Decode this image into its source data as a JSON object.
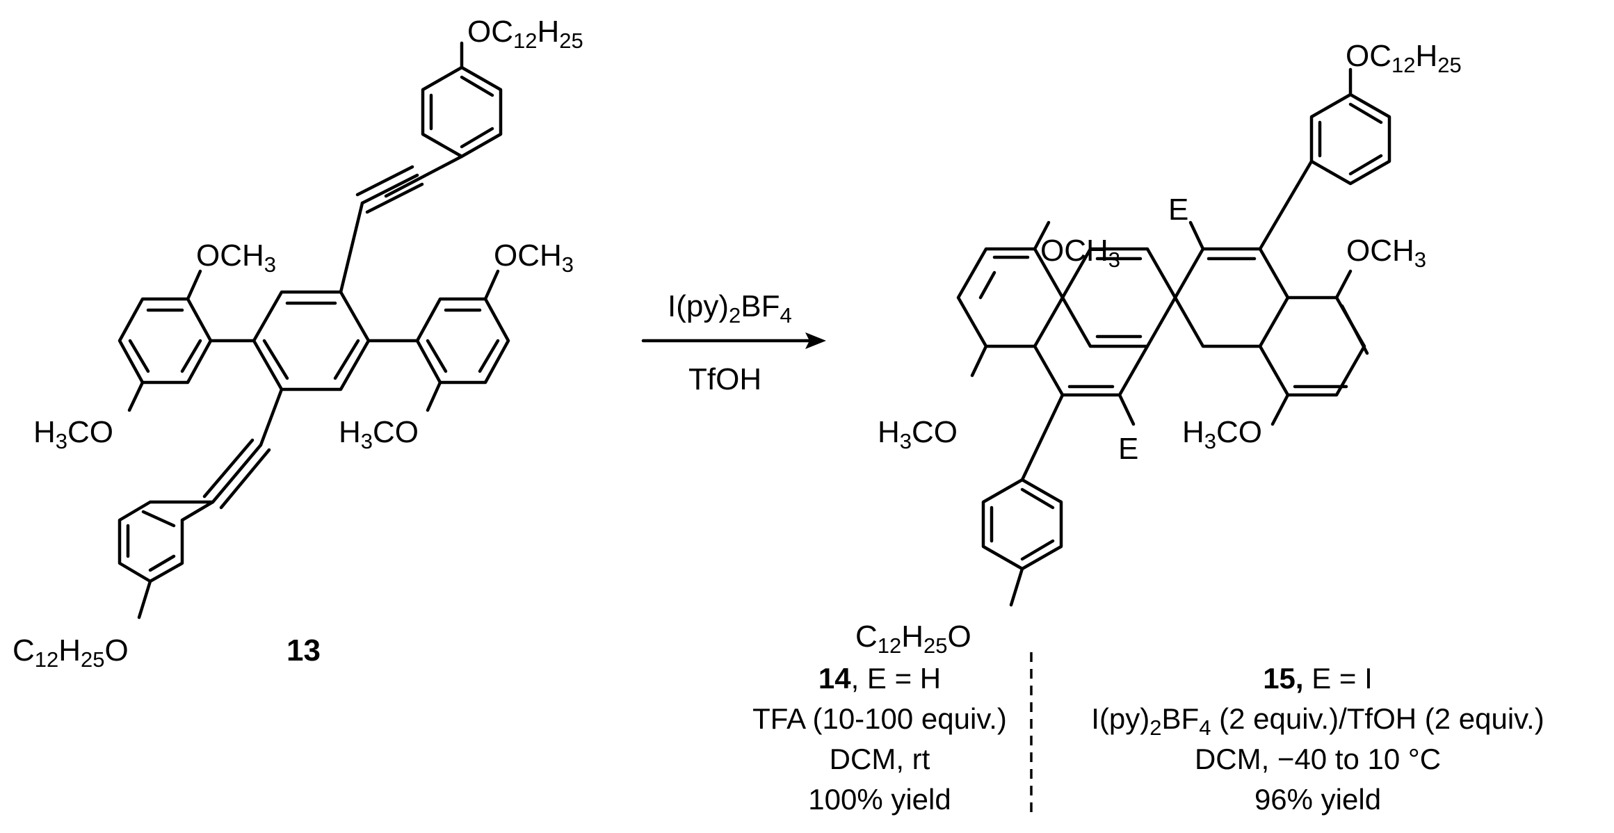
{
  "reactant": {
    "compound_number": "13",
    "labels": {
      "top_ododecyloxy": [
        "OC",
        "12",
        "H",
        "25"
      ],
      "left_ome_top": [
        "OCH",
        "3"
      ],
      "left_ome_bottom": [
        "H",
        "3",
        "CO"
      ],
      "right_ome_top": [
        "OCH",
        "3"
      ],
      "right_ome_bottom": [
        "H",
        "3",
        "CO"
      ],
      "bottom_dodecyloxy": [
        "C",
        "12",
        "H",
        "25",
        "O"
      ]
    }
  },
  "reaction": {
    "reagent_above": [
      "I(py)",
      "2",
      "BF",
      "4"
    ],
    "reagent_below": "TfOH"
  },
  "product": {
    "labels": {
      "top_dodecyloxy": [
        "OC",
        "12",
        "H",
        "25"
      ],
      "e_top": "E",
      "e_bottom": "E",
      "left_ome_top": [
        "OCH",
        "3"
      ],
      "left_ome_bottom": [
        "H",
        "3",
        "CO"
      ],
      "right_ome_top": [
        "OCH",
        "3"
      ],
      "right_ome_bottom": [
        "H",
        "3",
        "CO"
      ],
      "bottom_dodecyloxy": [
        "C",
        "12",
        "H",
        "25",
        "O"
      ]
    }
  },
  "conditions": {
    "left": {
      "number": "14",
      "e_def": ", E = H",
      "line2": "TFA (10-100 equiv.)",
      "line3": "DCM, rt",
      "line4": "100% yield"
    },
    "right": {
      "number": "15,",
      "e_def": " E = I",
      "line2": [
        "I(py)",
        "2",
        "BF",
        "4",
        " (2 equiv.)/TfOH (2 equiv.)"
      ],
      "line3": "DCM, −40 to 10 °C",
      "line4": "96% yield"
    }
  }
}
